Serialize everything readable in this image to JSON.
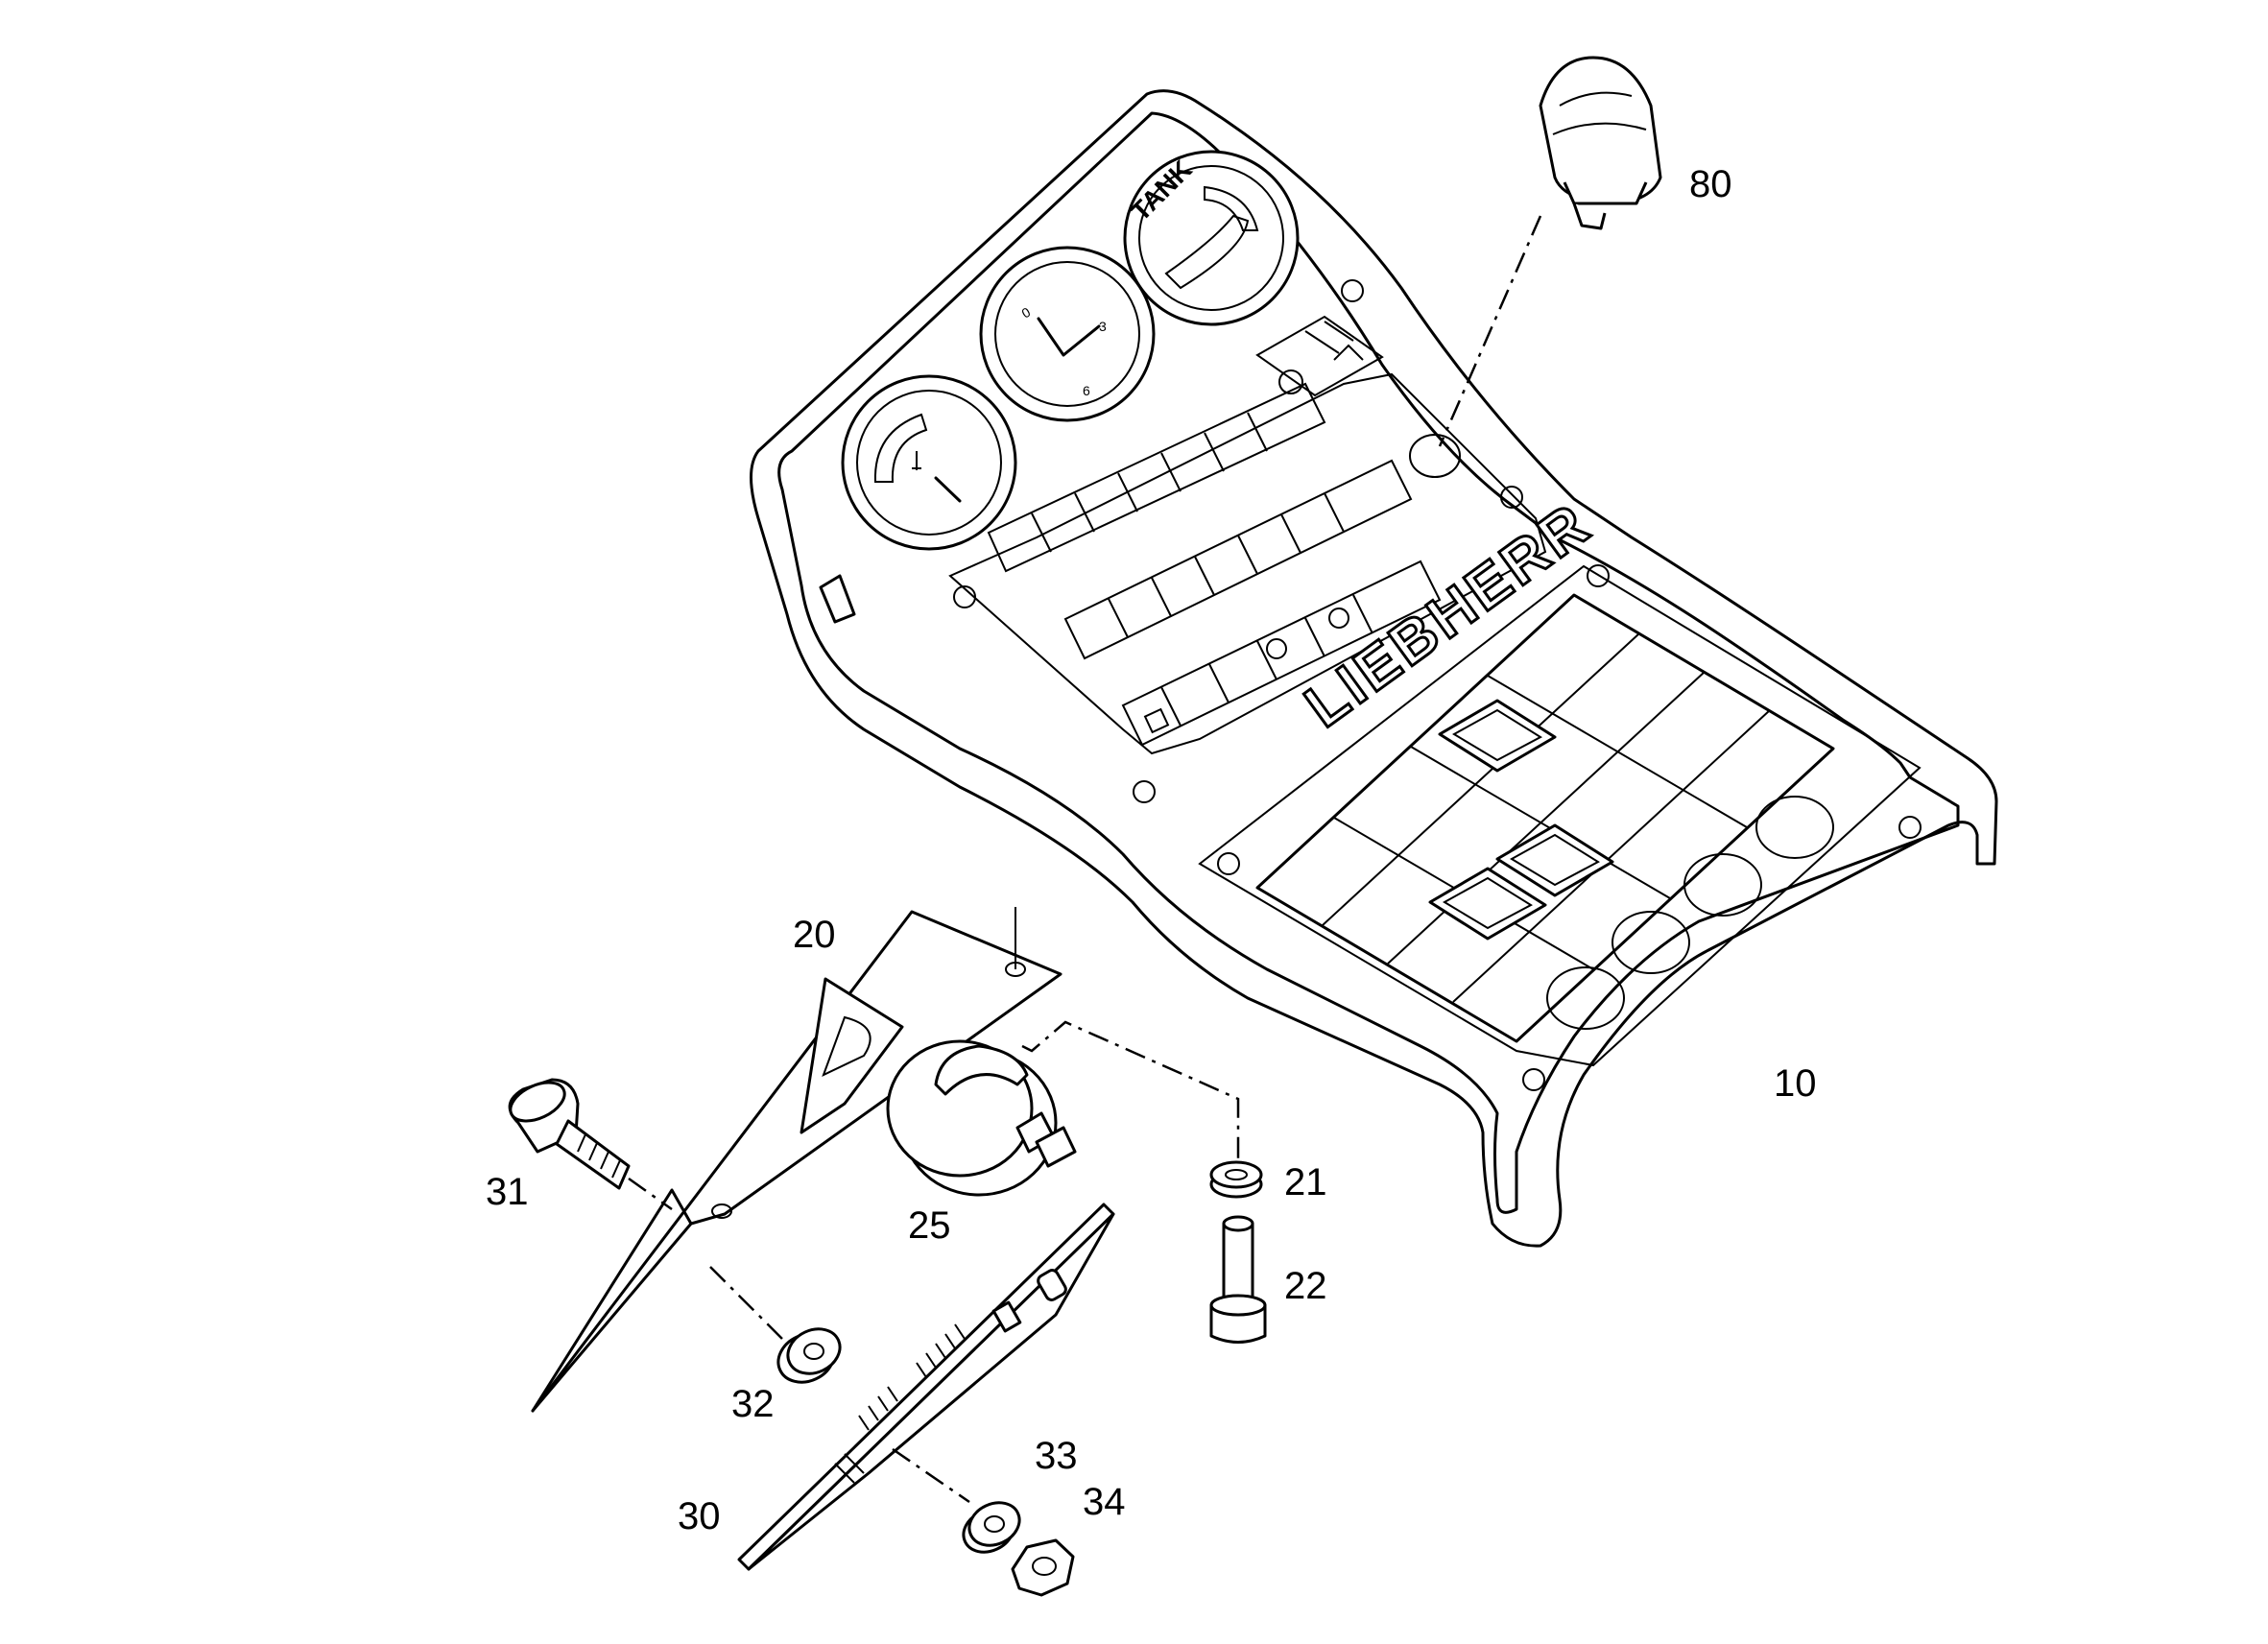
{
  "diagram": {
    "brand": "LIEBHERR",
    "gauge_label": "TANK",
    "parts": [
      {
        "id": "10",
        "label": "10"
      },
      {
        "id": "20",
        "label": "20"
      },
      {
        "id": "21",
        "label": "21"
      },
      {
        "id": "22",
        "label": "22"
      },
      {
        "id": "25",
        "label": "25"
      },
      {
        "id": "30",
        "label": "30"
      },
      {
        "id": "31",
        "label": "31"
      },
      {
        "id": "32",
        "label": "32"
      },
      {
        "id": "33",
        "label": "33"
      },
      {
        "id": "34",
        "label": "34"
      },
      {
        "id": "80",
        "label": "80"
      }
    ]
  }
}
